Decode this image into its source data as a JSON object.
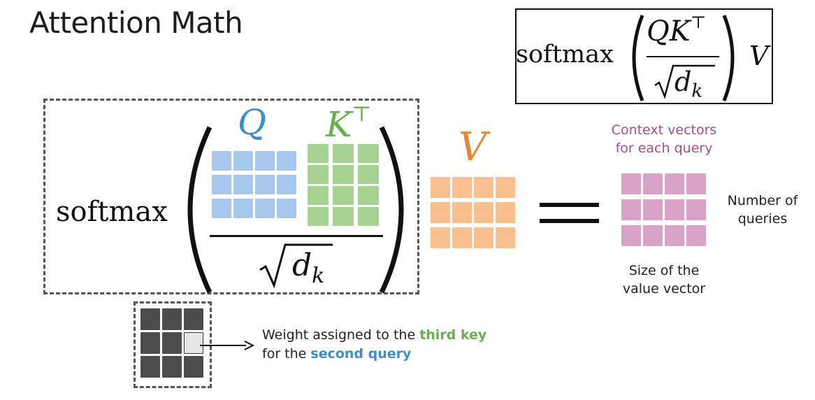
{
  "title": "Attention Math",
  "formula": {
    "softmax": "softmax",
    "numerator_q": "Q",
    "numerator_k": "K",
    "transpose": "⊤",
    "denominator_d": "d",
    "denominator_k": "k",
    "v": "V"
  },
  "main": {
    "softmax": "softmax",
    "q_label": "Q",
    "k_label": "K",
    "k_transpose": "⊤",
    "d_label": "d",
    "d_subscript": "k",
    "v_label": "V"
  },
  "labels": {
    "context_line1": "Context vectors",
    "context_line2": "for each query",
    "num_queries_line1": "Number of",
    "num_queries_line2": "queries",
    "value_size_line1": "Size of the",
    "value_size_line2": "value vector"
  },
  "annotation": {
    "line1_prefix": "Weight assigned to the ",
    "line1_highlight": "third key",
    "line2_prefix": "for the ",
    "line2_highlight": "second query"
  },
  "colors": {
    "q": "#a7c8ec",
    "k": "#a6d394",
    "v": "#f9c08e",
    "context": "#d9a3c7",
    "weights": "#4c4c4c",
    "highlight_cell": "#e6e6e6",
    "q_text": "#3d8fc8",
    "k_text": "#6aaf4f",
    "v_text": "#e88536",
    "context_text": "#a94d82"
  }
}
